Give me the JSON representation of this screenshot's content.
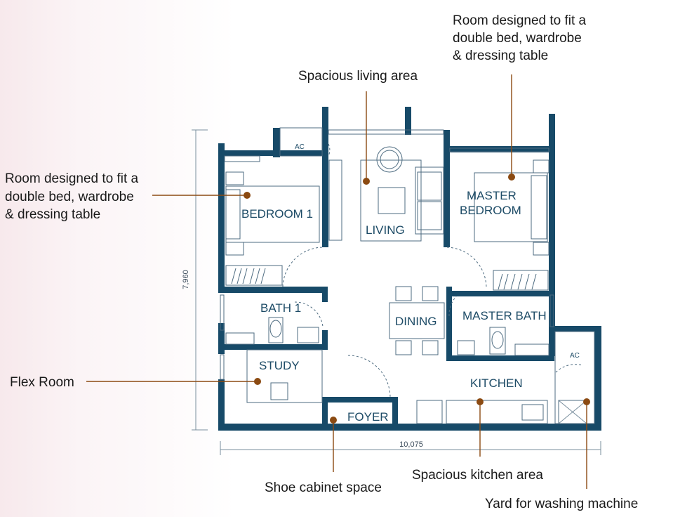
{
  "callouts": {
    "master_bedroom_note": [
      "Room designed to fit a",
      "double bed, wardrobe",
      "& dressing table"
    ],
    "living_note": "Spacious living area",
    "bedroom1_note": [
      "Room designed to fit a",
      "double bed, wardrobe",
      "& dressing table"
    ],
    "flex_note": "Flex Room",
    "shoe_note": "Shoe cabinet space",
    "kitchen_note": "Spacious kitchen area",
    "yard_note": "Yard for washing machine"
  },
  "rooms": {
    "bedroom1": "BEDROOM 1",
    "living": "LIVING",
    "master_bedroom": [
      "MASTER",
      "BEDROOM"
    ],
    "bath1": "BATH 1",
    "dining": "DINING",
    "master_bath": "MASTER BATH",
    "study": "STUDY",
    "kitchen": "KITCHEN",
    "foyer": "FOYER",
    "ac_top": "AC",
    "ac_right": "AC"
  },
  "dimensions": {
    "height": "7,960",
    "width": "10,075"
  },
  "colors": {
    "wall": "#174a68",
    "leader": "#8b4a12"
  }
}
